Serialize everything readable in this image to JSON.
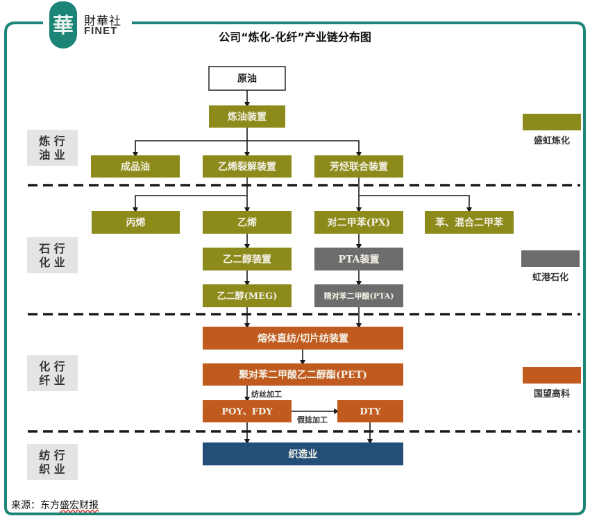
{
  "logo": {
    "glyph": "華",
    "name_cn": "財華社",
    "name_en": "FINET"
  },
  "title": "公司“炼化-化纤”产业链分布图",
  "colors": {
    "frame": "#1d8577",
    "refining": "#8c8a1a",
    "chemical": "#6d6c6c",
    "fiber": "#c05a1e",
    "textile": "#234e78",
    "crude": "#ffffff",
    "sector_bg": "#e4e4e4"
  },
  "sectors": [
    {
      "line1": "炼 行",
      "line2": "油 业"
    },
    {
      "line1": "石 行",
      "line2": "化 业"
    },
    {
      "line1": "化 行",
      "line2": "纤 业"
    },
    {
      "line1": "纺 行",
      "line2": "织 业"
    }
  ],
  "nodes": {
    "crude": "原油",
    "refinery": "炼油装置",
    "refined_oil": "成品油",
    "ethylene_cracker": "乙烯裂解装置",
    "aromatics": "芳烃联合装置",
    "propylene": "丙烯",
    "ethylene": "乙烯",
    "px": "对二甲苯(PX)",
    "benzene_xylene": "苯、混合二甲苯",
    "meg_unit": "乙二醇装置",
    "pta_unit": "PTA装置",
    "meg": "乙二醇(MEG)",
    "pta": "精对苯二甲酸(PTA)",
    "spinning": "熔体直纺/切片纺装置",
    "pet": "聚对苯二甲酸乙二醇酯(PET)",
    "poy_fdy": "POY、FDY",
    "dty": "DTY",
    "weaving": "织造业"
  },
  "edge_labels": {
    "spinning_process": "纺丝加工",
    "texturing": "假捻加工"
  },
  "legend": [
    {
      "label": "盛虹炼化",
      "color_key": "refining"
    },
    {
      "label": "虹港石化",
      "color_key": "chemical"
    },
    {
      "label": "国望高科",
      "color_key": "fiber"
    }
  ],
  "source": {
    "prefix": "来源：东方",
    "underlined": "盛宏财报"
  }
}
